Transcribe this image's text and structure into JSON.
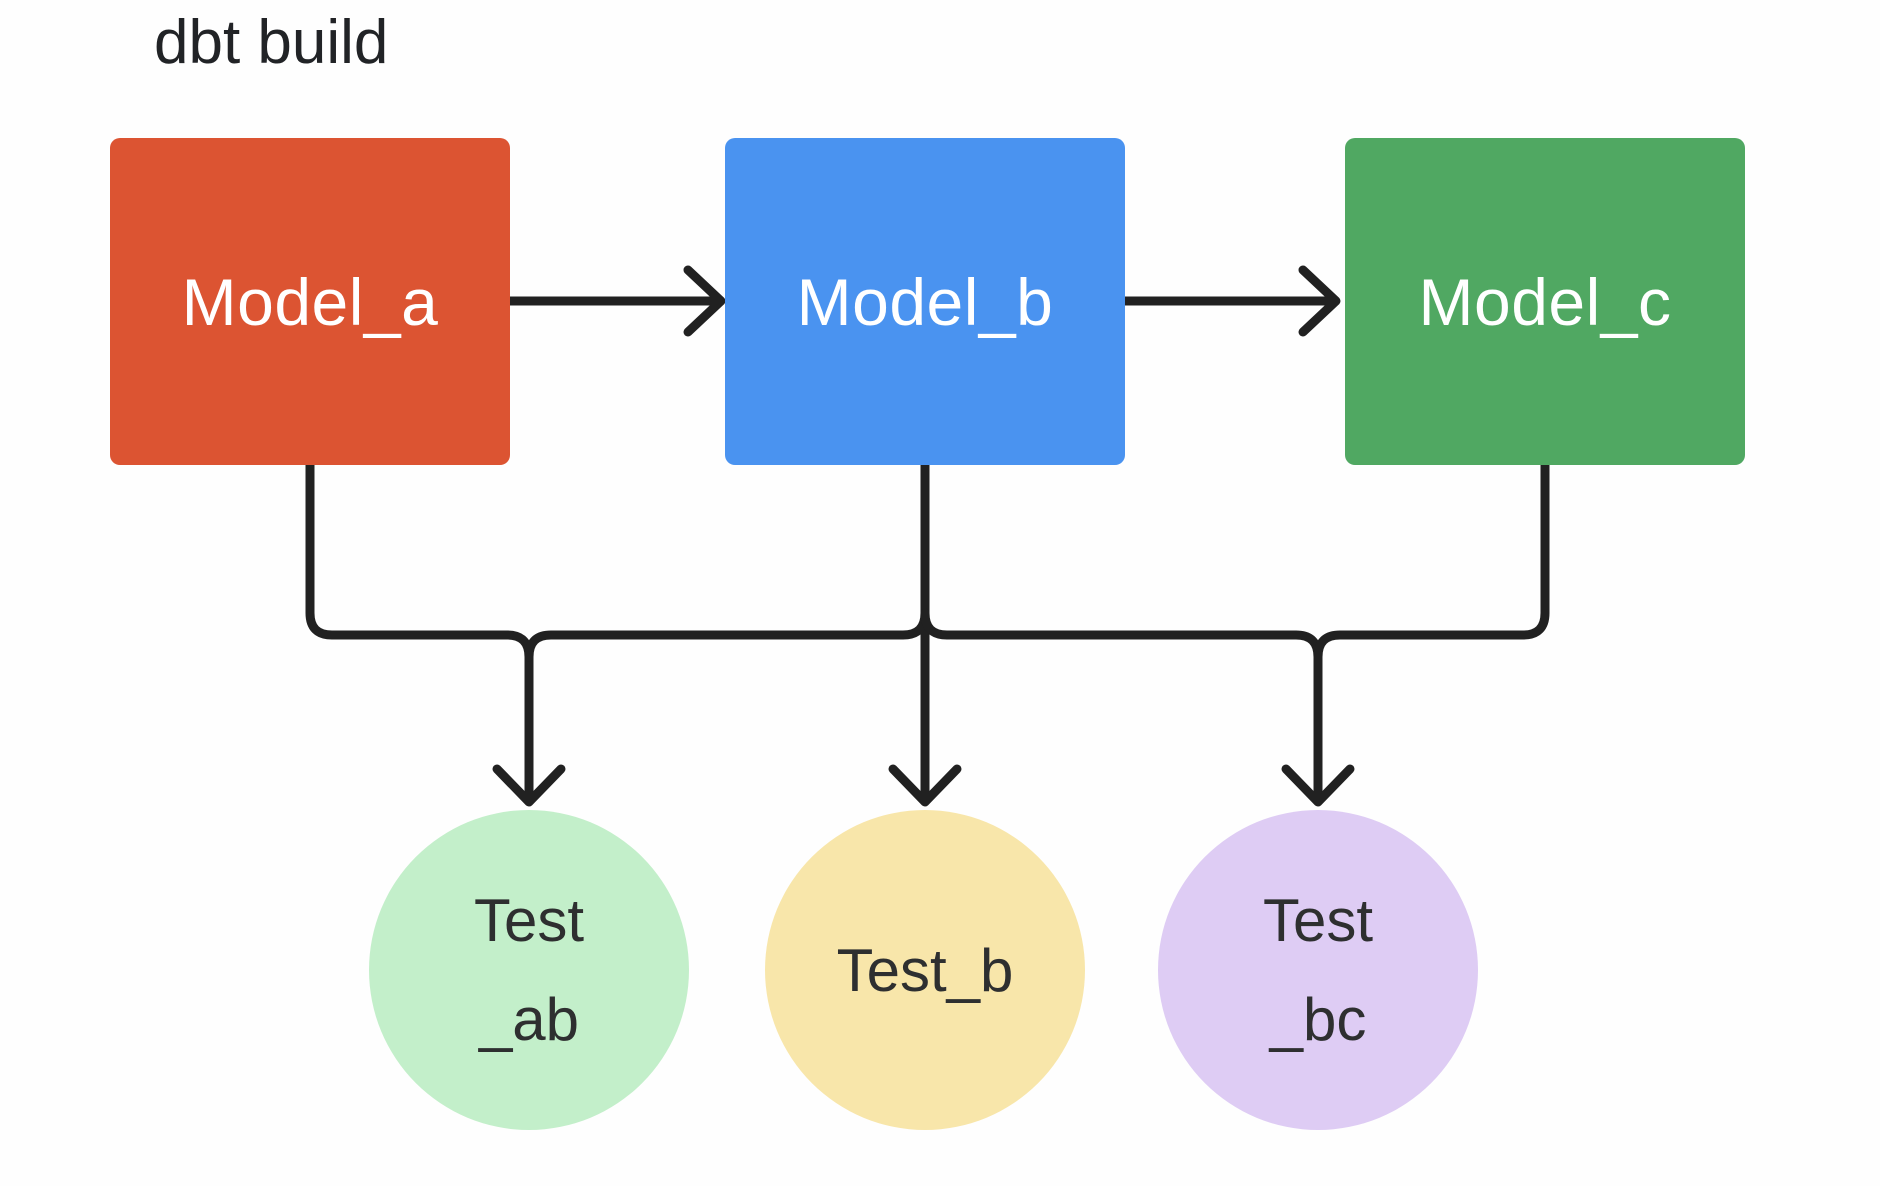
{
  "title": "dbt build",
  "diagram": {
    "edge_color": "#212121",
    "nodes": {
      "model_a": {
        "label": "Model_a",
        "type": "model",
        "fill": "#DC5432",
        "text_color": "#FFFFFF"
      },
      "model_b": {
        "label": "Model_b",
        "type": "model",
        "fill": "#4A93F0",
        "text_color": "#FFFFFF"
      },
      "model_c": {
        "label": "Model_c",
        "type": "model",
        "fill": "#50A862",
        "text_color": "#FFFFFF"
      },
      "test_ab": {
        "label": "Test\n_ab",
        "type": "test",
        "fill": "#C3EFCA",
        "text_color": "#2E2F30"
      },
      "test_b": {
        "label": "Test_b",
        "type": "test",
        "fill": "#F8E6AA",
        "text_color": "#2E2F30"
      },
      "test_bc": {
        "label": "Test\n_bc",
        "type": "test",
        "fill": "#DECCF4",
        "text_color": "#2E2F30"
      }
    },
    "edges": [
      {
        "from": "model_a",
        "to": "model_b"
      },
      {
        "from": "model_b",
        "to": "model_c"
      },
      {
        "from": "model_a",
        "to": "test_ab"
      },
      {
        "from": "model_b",
        "to": "test_ab"
      },
      {
        "from": "model_b",
        "to": "test_b"
      },
      {
        "from": "model_b",
        "to": "test_bc"
      },
      {
        "from": "model_c",
        "to": "test_bc"
      }
    ]
  }
}
